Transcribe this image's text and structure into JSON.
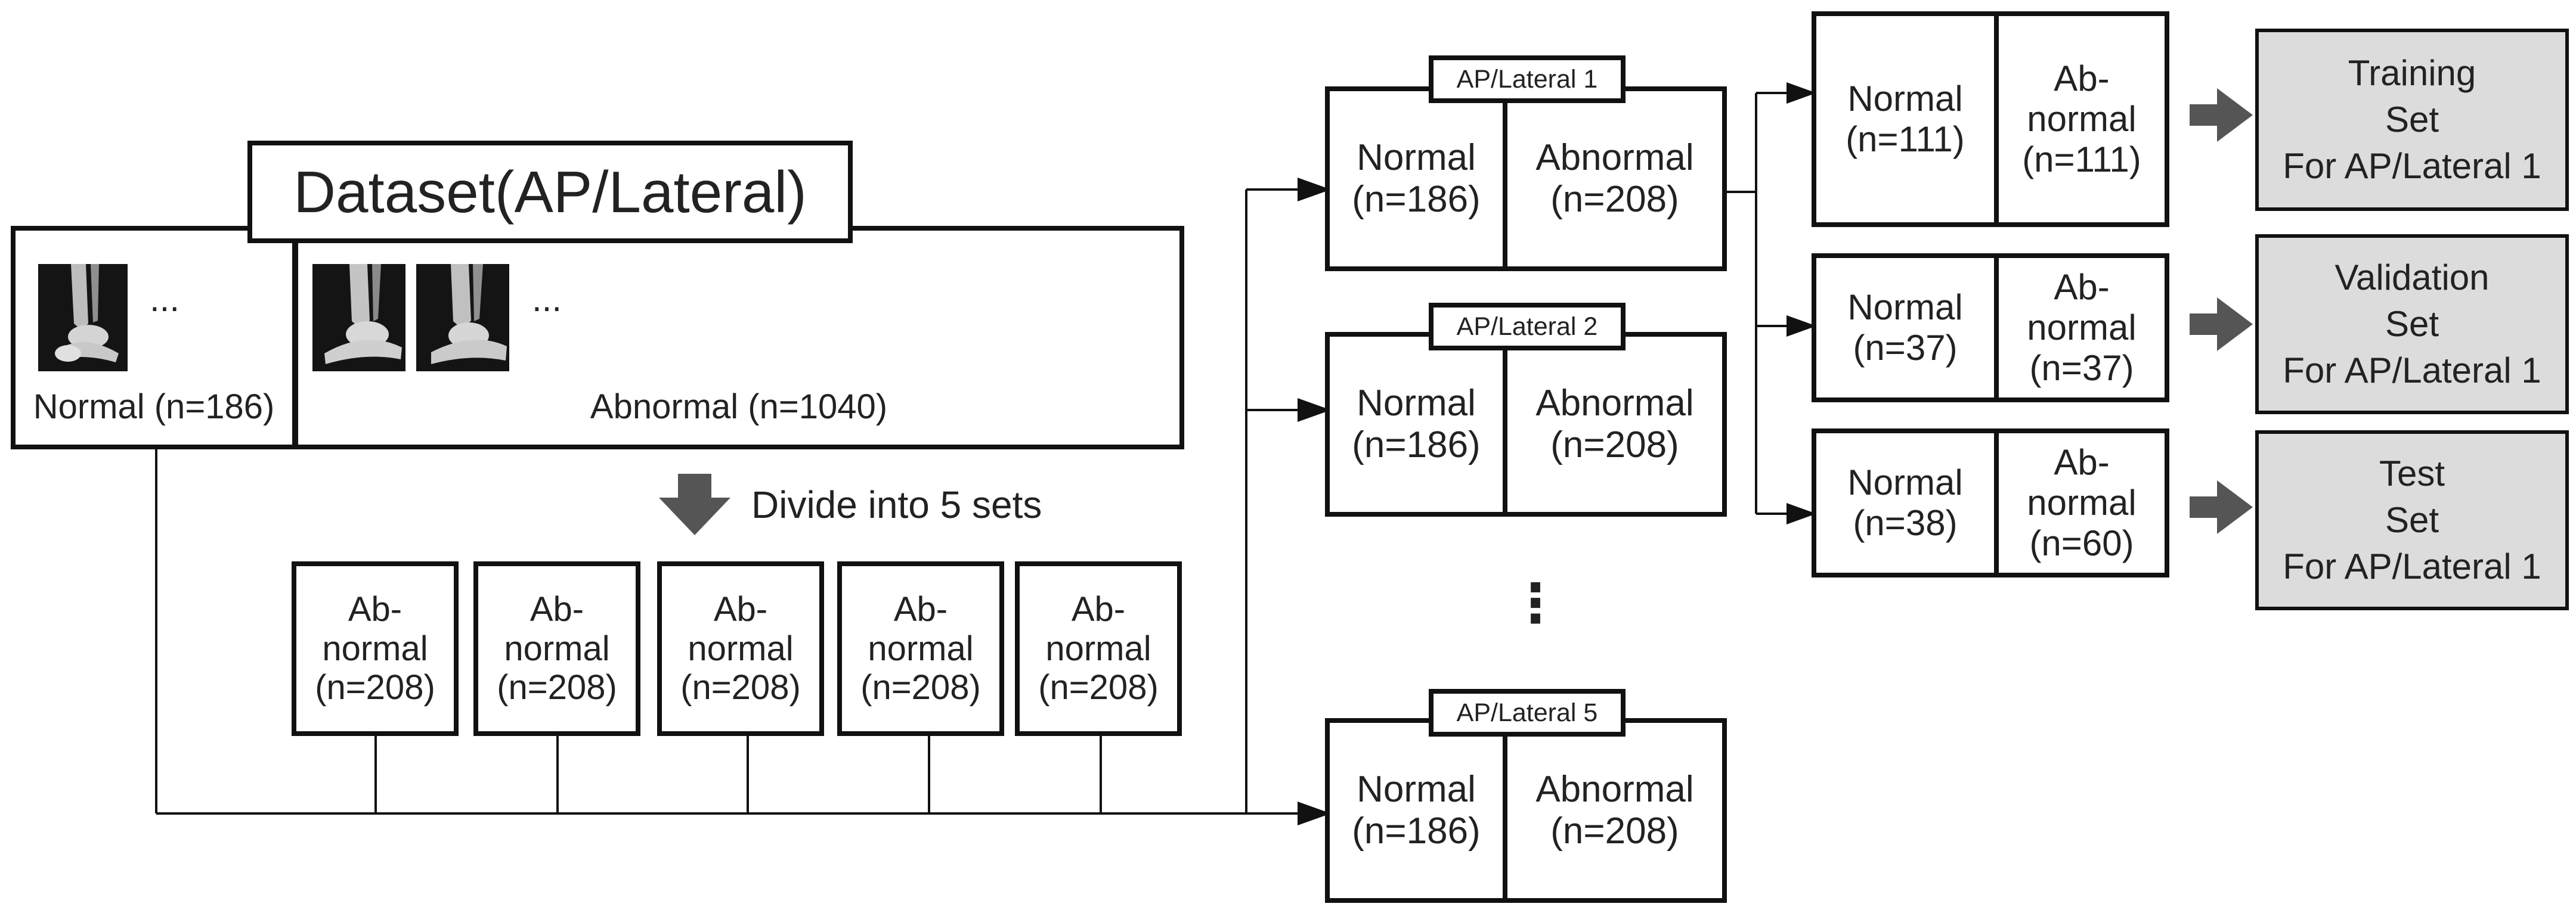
{
  "dataset": {
    "title": "Dataset(AP/Lateral)",
    "normal_label": "Normal (n=186)",
    "abnormal_label": "Abnormal (n=1040)",
    "ellipsis": "..."
  },
  "divide_label": "Divide into 5 sets",
  "abnormal_sets": [
    {
      "label": "Ab-\nnormal\n(n=208)"
    },
    {
      "label": "Ab-\nnormal\n(n=208)"
    },
    {
      "label": "Ab-\nnormal\n(n=208)"
    },
    {
      "label": "Ab-\nnormal\n(n=208)"
    },
    {
      "label": "Ab-\nnormal\n(n=208)"
    }
  ],
  "folds": [
    {
      "tag": "AP/Lateral 1",
      "normal": "Normal\n(n=186)",
      "abnormal": "Abnormal\n(n=208)"
    },
    {
      "tag": "AP/Lateral 2",
      "normal": "Normal\n(n=186)",
      "abnormal": "Abnormal\n(n=208)"
    },
    {
      "tag": "AP/Lateral 5",
      "normal": "Normal\n(n=186)",
      "abnormal": "Abnormal\n(n=208)"
    }
  ],
  "vertical_ellipsis": "⋮",
  "splits": [
    {
      "normal": "Normal\n(n=111)",
      "abnormal": "Ab-\nnormal\n(n=111)",
      "set": "Training\nSet\nFor AP/Lateral 1"
    },
    {
      "normal": "Normal\n(n=37)",
      "abnormal": "Ab-\nnormal\n(n=37)",
      "set": "Validation\nSet\nFor AP/Lateral 1"
    },
    {
      "normal": "Normal\n(n=38)",
      "abnormal": "Ab-\nnormal\n(n=60)",
      "set": "Test\nSet\nFor AP/Lateral 1"
    }
  ],
  "colors": {
    "line": "#111111",
    "arrow_gray": "#555555",
    "set_fill": "#dcdcdc",
    "xray_background": "#101010"
  }
}
